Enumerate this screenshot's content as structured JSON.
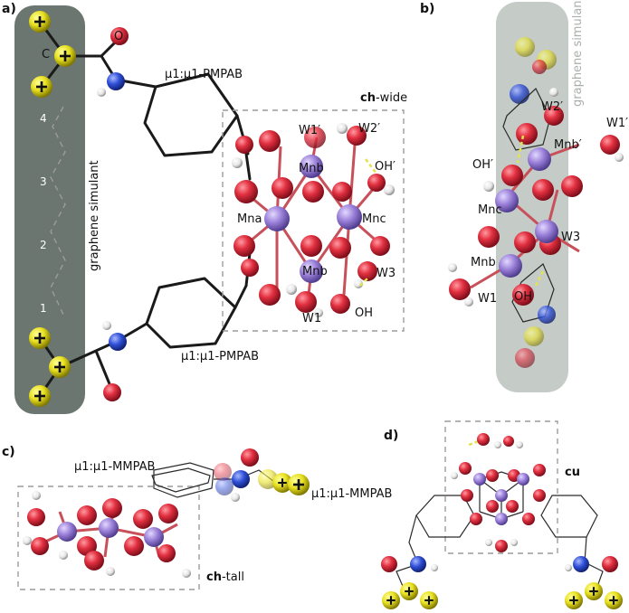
{
  "colors": {
    "graphene_dark": "#6b7670",
    "graphene_light": "#c5ccc7",
    "oxygen": "#e23040",
    "manganese": "#9a7fd8",
    "nitrogen": "#2f4fd6",
    "hydrogen": "#f2f2f2",
    "anchor": "#e8e020",
    "frame": "#aaaaaa"
  },
  "panels": {
    "a": {
      "label": "a)",
      "graphene": "graphene simulant",
      "carbon_label": "C",
      "oxygen_label": "O",
      "chain_numbers": [
        "4",
        "3",
        "2",
        "1"
      ],
      "ligand_top": "μ1:μ1-PMPAB",
      "ligand_bottom": "μ1:μ1-PMPAB",
      "box_title_bold": "ch",
      "box_title_rest": "-wide",
      "atom_labels": {
        "w1p": "W1′",
        "w2p": "W2′",
        "ohp": "OH′",
        "mnb_top": "Mnb",
        "mna": "Mna",
        "mnc": "Mnc",
        "mnb_bot": "Mnb",
        "w3": "W3",
        "w1": "W1",
        "oh": "OH"
      }
    },
    "b": {
      "label": "b)",
      "graphene": "graphene simulant",
      "atom_labels": {
        "w2p": "W2′",
        "w1p": "W1′",
        "mnbp": "Mnb′",
        "ohp": "OH′",
        "mnc": "Mnc",
        "w3": "W3",
        "mnb": "Mnb",
        "w1": "W1",
        "oh": "OH"
      }
    },
    "c": {
      "label": "c)",
      "ligand": "μ1:μ1-MMPAB",
      "box_title_bold": "ch",
      "box_title_rest": "-tall"
    },
    "d": {
      "label": "d)",
      "ligand": "μ1:μ1-MMPAB",
      "box_title": "cu"
    }
  }
}
